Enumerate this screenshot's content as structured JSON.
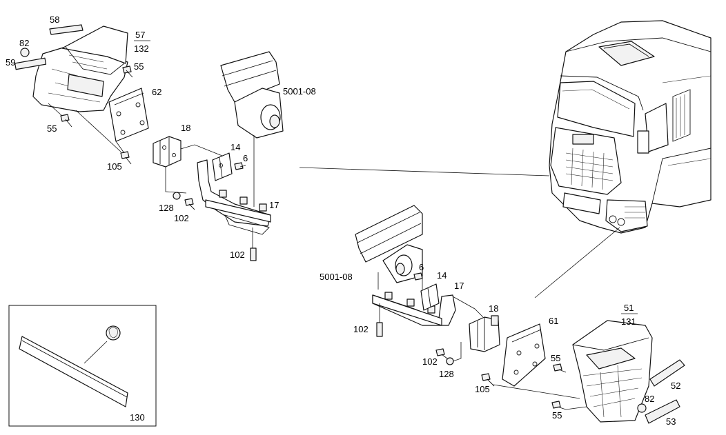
{
  "callouts": {
    "c58": "58",
    "c57": "57",
    "c132": "132",
    "c82a": "82",
    "c59": "59",
    "c55a": "55",
    "c62": "62",
    "c55b": "55",
    "c105a": "105",
    "c18a": "18",
    "c14a": "14",
    "c6a": "6",
    "c5001a": "5001-08",
    "c128a": "128",
    "c102a": "102",
    "c17a": "17",
    "c102b": "102",
    "c5001b": "5001-08",
    "c6b": "6",
    "c14b": "14",
    "c17b": "17",
    "c18b": "18",
    "c102c": "102",
    "c51": "51",
    "c131": "131",
    "c61": "61",
    "c55c": "55",
    "c102d": "102",
    "c128b": "128",
    "c52": "52",
    "c105b": "105",
    "c82b": "82",
    "c55d": "55",
    "c53": "53",
    "c130": "130"
  },
  "colors": {
    "ink": "#111111",
    "paper": "#ffffff"
  }
}
